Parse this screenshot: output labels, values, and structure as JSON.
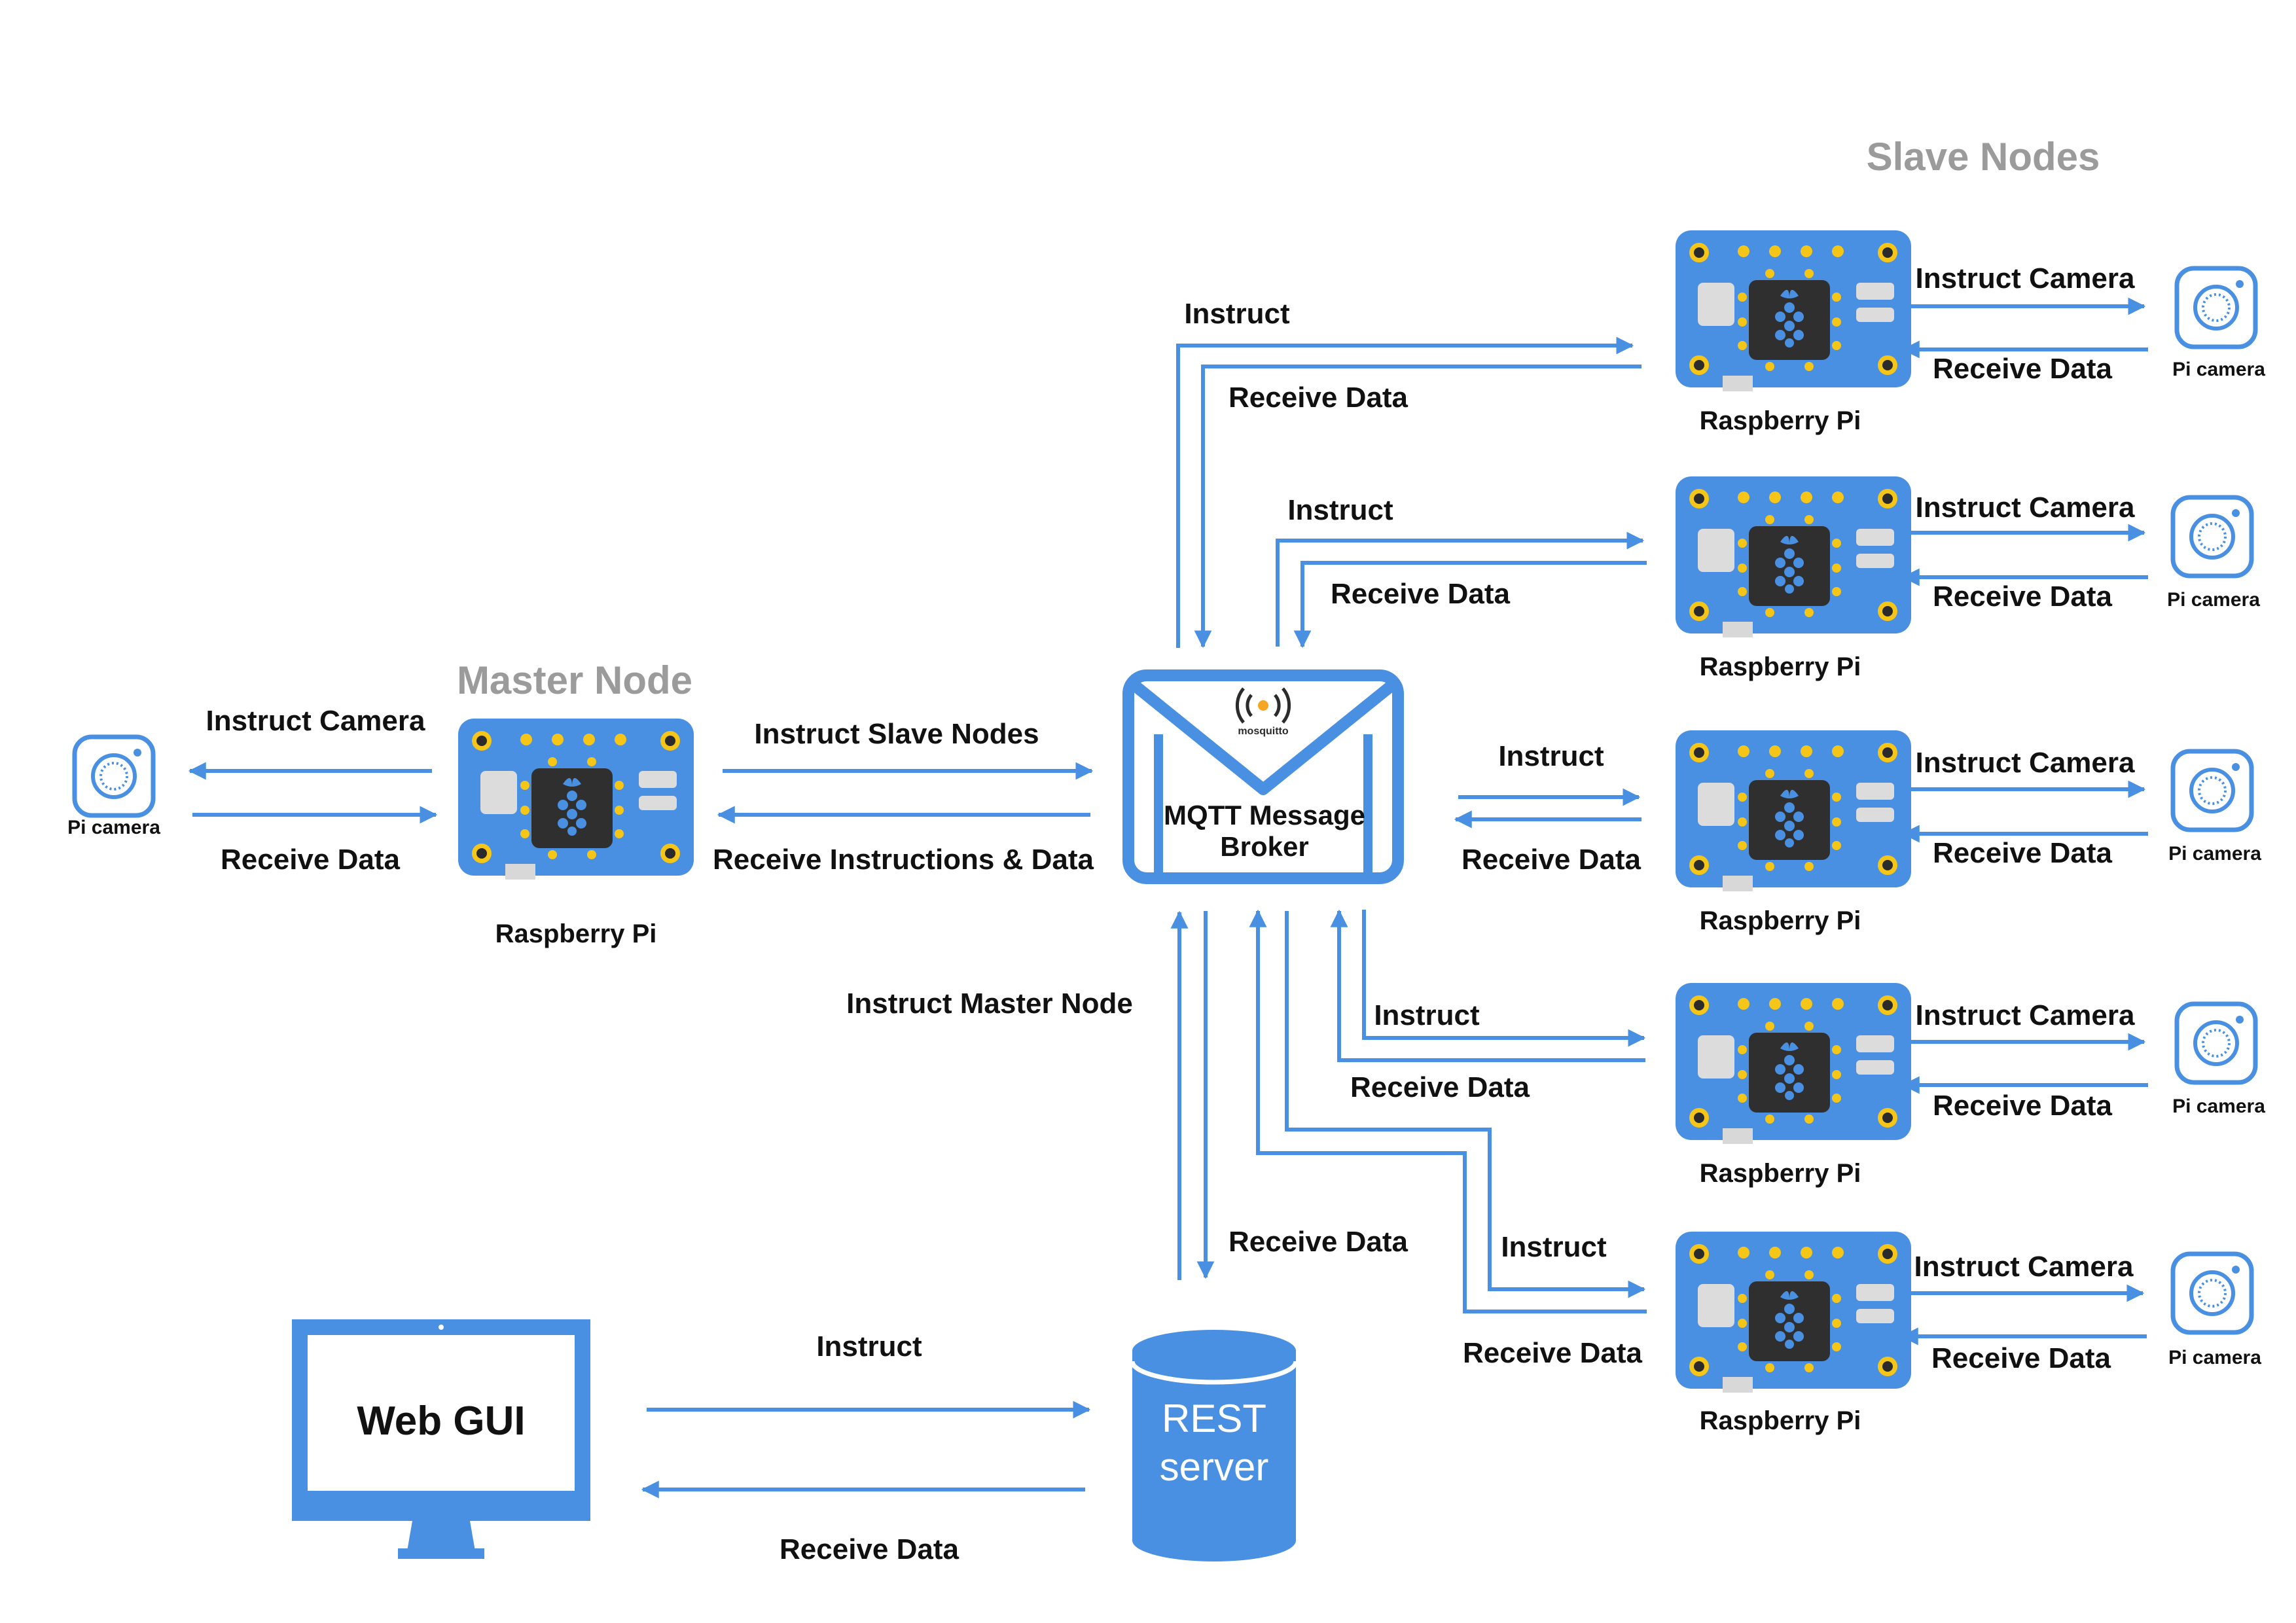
{
  "headings": {
    "master": "Master Node",
    "slaves": "Slave Nodes"
  },
  "board_label": "Raspberry  Pi",
  "camera_label": "Pi camera",
  "broker": {
    "line1": "MQTT Message",
    "line2": "Broker",
    "logo_text": "mosquitto"
  },
  "rest": {
    "line1": "REST",
    "line2": "server"
  },
  "webgui": {
    "title": "Web GUI"
  },
  "master_links": {
    "instruct_camera": "Instruct  Camera",
    "receive_data": "Receive Data",
    "instruct_slaves": "Instruct Slave Nodes",
    "receive_instructions": "Receive Instructions & Data"
  },
  "broker_links": {
    "instruct_master": "Instruct Master Node",
    "receive_data": "Receive Data"
  },
  "web_links": {
    "instruct": "Instruct",
    "receive_data": "Receive Data"
  },
  "slaves": [
    {
      "instruct": "Instruct",
      "receive": "Receive Data",
      "instruct_camera": "Instruct  Camera",
      "receive_camera": "Receive Data"
    },
    {
      "instruct": "Instruct",
      "receive": "Receive Data",
      "instruct_camera": "Instruct  Camera",
      "receive_camera": "Receive Data"
    },
    {
      "instruct": "Instruct",
      "receive": "Receive Data",
      "instruct_camera": "Instruct  Camera",
      "receive_camera": "Receive Data"
    },
    {
      "instruct": "Instruct",
      "receive": "Receive Data",
      "instruct_camera": "Instruct  Camera",
      "receive_camera": "Receive Data"
    },
    {
      "instruct": "Instruct",
      "receive": "Receive Data",
      "instruct_camera": "Instruct  Camera",
      "receive_camera": "Receive Data"
    }
  ],
  "colors": {
    "accent_blue": "#4a90e2",
    "heading_gray": "#9b9b9b",
    "board_dark": "#2b2b2b",
    "board_pad": "#f5c518"
  },
  "icons": [
    "raspberry-pi-board-icon",
    "camera-icon",
    "envelope-icon",
    "wifi-icon",
    "database-icon",
    "monitor-icon"
  ]
}
